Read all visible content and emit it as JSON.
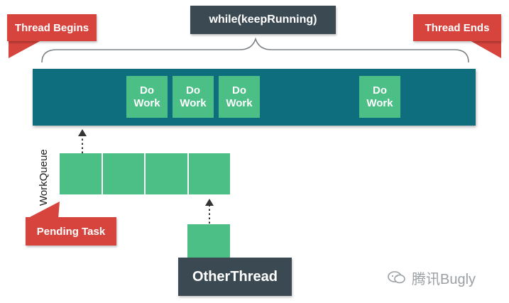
{
  "labels": {
    "loop": "while(keepRunning)",
    "thread_begins": "Thread Begins",
    "thread_ends": "Thread Ends",
    "work_queue": "WorkQueue",
    "pending_task": "Pending Task",
    "other_thread": "OtherThread"
  },
  "work_items": [
    "Do\nWork",
    "Do\nWork",
    "Do\nWork",
    "Do\nWork"
  ],
  "watermark": "腾讯Bugly",
  "colors": {
    "thread_bar": "#0e6e7e",
    "work": "#4cbf86",
    "label_red": "#d6443d",
    "label_dark": "#3b4a52"
  }
}
